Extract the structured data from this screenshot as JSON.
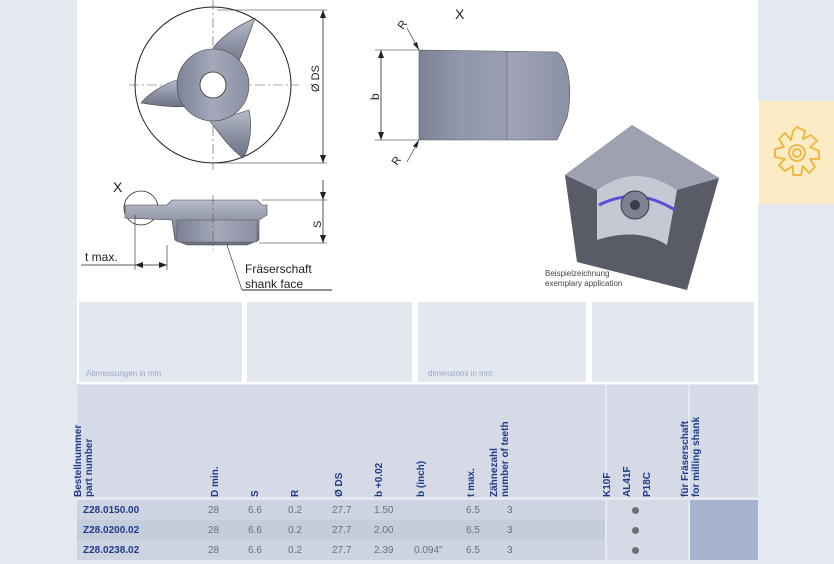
{
  "drawing": {
    "label_x_top": "X",
    "label_x_side": "X",
    "label_ds": "Ø DS",
    "label_s": "S",
    "label_b": "b",
    "label_r_top": "R",
    "label_r_bottom": "R",
    "label_tmax": "t max.",
    "label_shank_de": "Fräserschaft",
    "label_shank_en": "shank face",
    "caption_de": "Beispielzeichnung",
    "caption_en": "exemplary application"
  },
  "sections": {
    "dimensions_de": "Abmessungen in mm",
    "dimensions_en": "dimensions in mm"
  },
  "table": {
    "headers": {
      "part_number_de": "Bestellnummer",
      "part_number_en": "part number",
      "d_min": "D min.",
      "s": "S",
      "r": "R",
      "ds": "Ø DS",
      "b": "b +0.02",
      "b_inch": "b (inch)",
      "t_max": "t max.",
      "teeth_de": "Zähnezahl",
      "teeth_en": "number of teeth",
      "grade1": "K10F",
      "grade2": "AL41F",
      "grade3": "P18C",
      "shank_de": "für Fräserschaft",
      "shank_en": "for milling shank"
    },
    "rows": [
      {
        "part": "Z28.0150.00",
        "d_min": "28",
        "s": "6.6",
        "r": "0.2",
        "ds": "27.7",
        "b": "1.50",
        "b_inch": "",
        "t_max": "6.5",
        "teeth": "3",
        "al41f": true
      },
      {
        "part": "Z28.0200.02",
        "d_min": "28",
        "s": "6.6",
        "r": "0.2",
        "ds": "27.7",
        "b": "2.00",
        "b_inch": "",
        "t_max": "6.5",
        "teeth": "3",
        "al41f": true
      },
      {
        "part": "Z28.0238.02",
        "d_min": "28",
        "s": "6.6",
        "r": "0.2",
        "ds": "27.7",
        "b": "2.39",
        "b_inch": "0.094\"",
        "t_max": "6.5",
        "teeth": "3",
        "al41f": true
      }
    ]
  },
  "icons": {
    "milling_cutter": "milling-cutter-icon"
  },
  "colors": {
    "heading_blue": "#1f3b8a",
    "tab_yellow": "#fbecc6",
    "icon_orange": "#f2b33a"
  }
}
